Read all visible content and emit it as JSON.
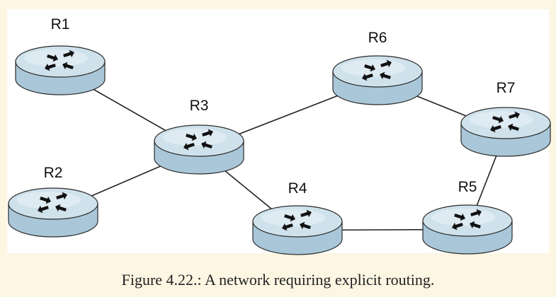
{
  "diagram": {
    "routers": [
      {
        "id": "R1",
        "label": "R1"
      },
      {
        "id": "R2",
        "label": "R2"
      },
      {
        "id": "R3",
        "label": "R3"
      },
      {
        "id": "R4",
        "label": "R4"
      },
      {
        "id": "R5",
        "label": "R5"
      },
      {
        "id": "R6",
        "label": "R6"
      },
      {
        "id": "R7",
        "label": "R7"
      }
    ],
    "links": [
      [
        "R1",
        "R3"
      ],
      [
        "R2",
        "R3"
      ],
      [
        "R3",
        "R6"
      ],
      [
        "R3",
        "R4"
      ],
      [
        "R6",
        "R7"
      ],
      [
        "R7",
        "R5"
      ],
      [
        "R4",
        "R5"
      ]
    ],
    "colors": {
      "router_top": "#cfe2ec",
      "router_side": "#a9c7d8",
      "router_outline": "#2a2a2a",
      "arrow": "#111111",
      "link": "#222222"
    }
  },
  "caption": "Figure 4.22.: A network requiring explicit routing."
}
